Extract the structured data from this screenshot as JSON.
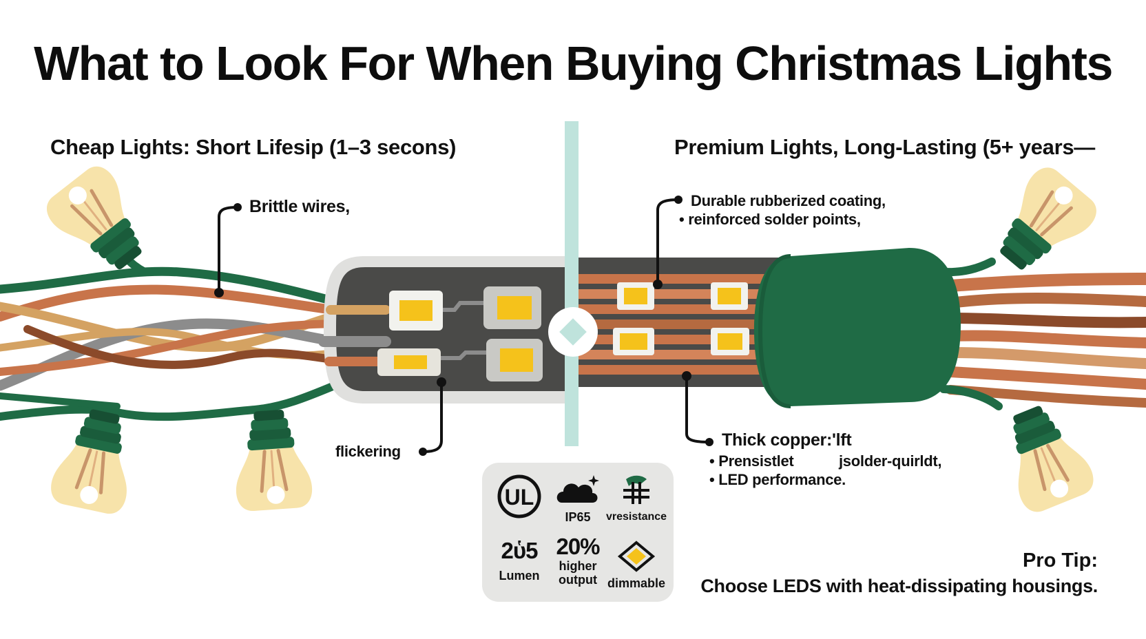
{
  "title": "What to Look For When Buying Christmas Lights",
  "left": {
    "heading": "Cheap Lights: Short Lifesip (1–3 secons)",
    "callouts": [
      "Brittle wires,",
      "flickering"
    ]
  },
  "right": {
    "heading": "Premium Lights, Long-Lasting (5+ years—",
    "callout_top": [
      "Durable rubberized coating,",
      "• reinforced solder points,"
    ],
    "callout_bottom": [
      "Thick copper:'lft",
      "• Prensistlet",
      "jsolder-quirldt,",
      "• LED performance."
    ]
  },
  "badges": {
    "ul": "UL",
    "ip65": "IP65",
    "resistance": "vresistance",
    "lumen_value": "2ὑ5",
    "lumen_label": "Lumen",
    "output_value": "20%",
    "output_label_1": "higher",
    "output_label_2": "output",
    "dimmable": "dimmable"
  },
  "pro_tip": {
    "heading": "Pro Tip:",
    "text": "Choose LEDS with heat-dissipating housings."
  },
  "colors": {
    "green": "#1f6b45",
    "copper": "#c8744a",
    "dark_copper": "#8b4a2a",
    "tan": "#d4a262",
    "gray_wire": "#8c8c8c",
    "bulb": "#f7e3aa",
    "bulb_highlight": "#ffffff",
    "housing_dark": "#4a4a48",
    "led_yellow": "#f5c21b",
    "divider": "#bfe3dc",
    "panel": "#e6e6e4"
  }
}
